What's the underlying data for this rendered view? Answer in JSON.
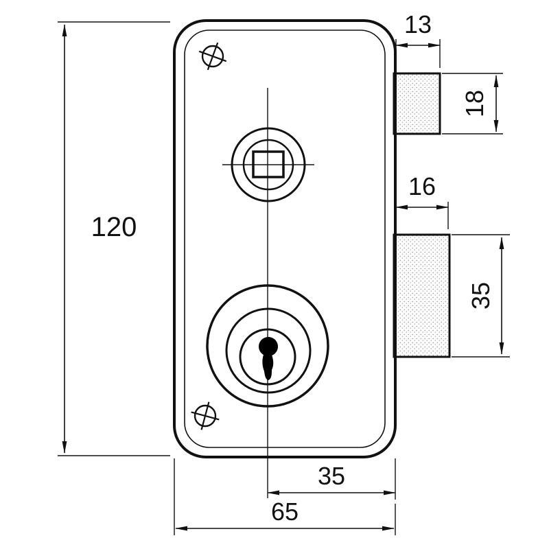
{
  "diagram": {
    "type": "technical-drawing",
    "subject": "rim lock body with latch bolt and deadbolt, dimensioned in millimetres",
    "labels": {
      "overall_height": "120",
      "latch_projection": "13",
      "latch_height": "18",
      "bolt_projection": "16",
      "bolt_height": "35",
      "backset": "35",
      "body_width": "65"
    },
    "colors": {
      "line": "#111111",
      "stipple_dot": "#8f8f8f",
      "background": "#ffffff",
      "keyhole_fill": "#000000"
    }
  }
}
